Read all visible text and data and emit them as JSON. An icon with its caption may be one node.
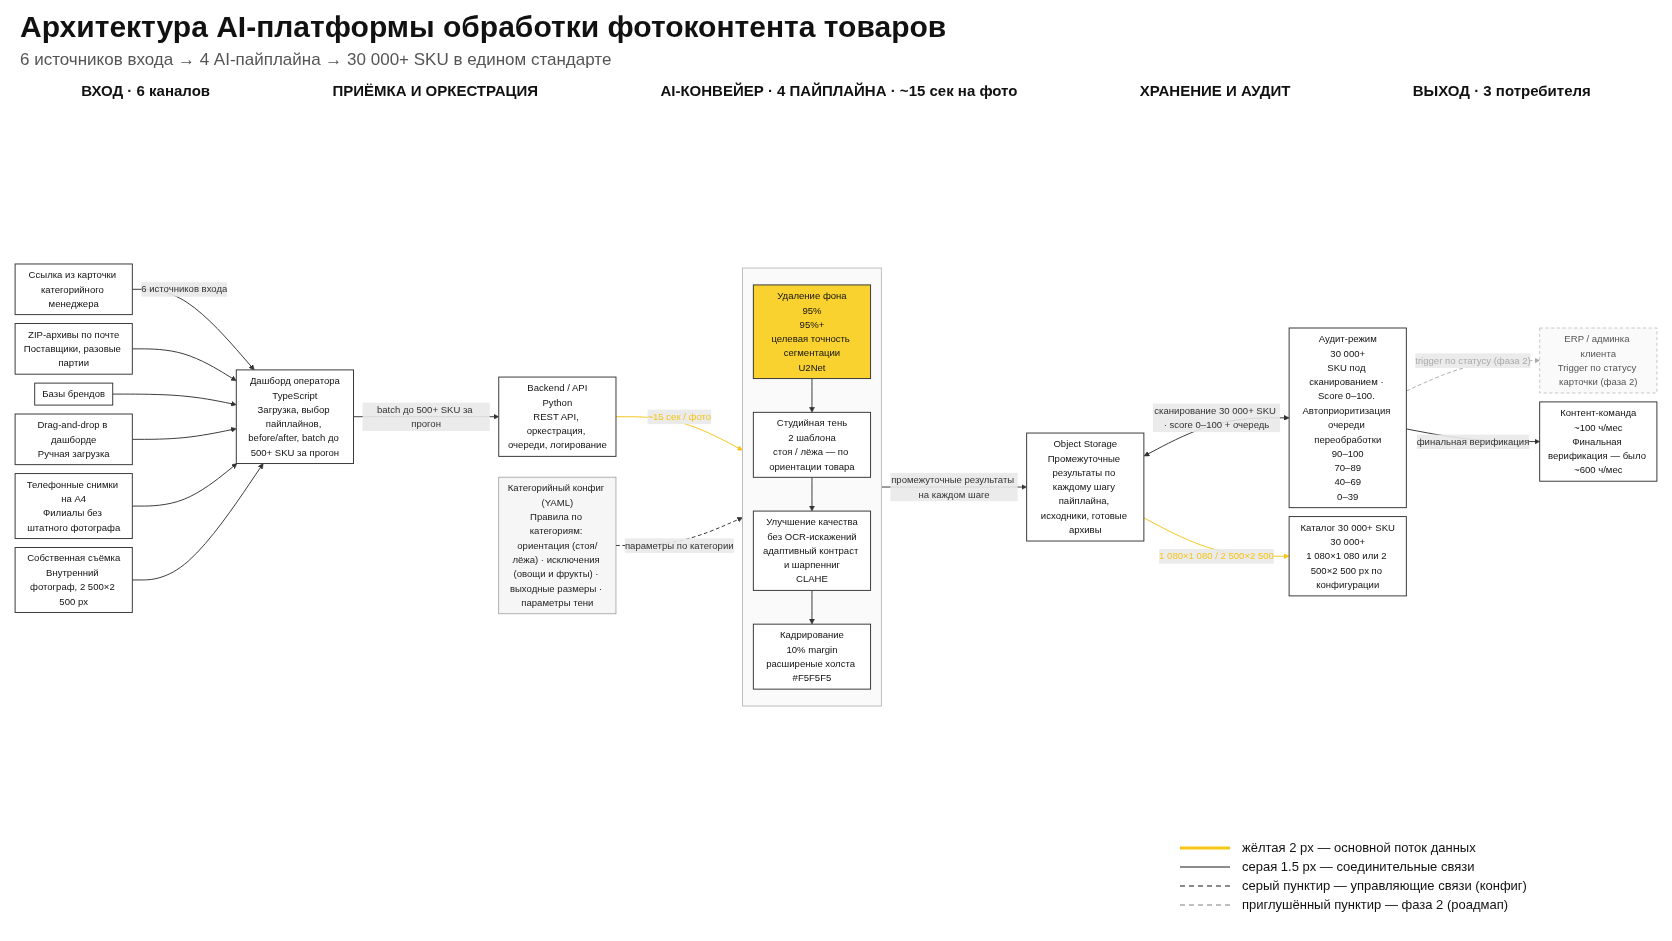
{
  "diagram": {
    "title": "Архитектура AI-платформы обработки фотоконтента товаров",
    "nodes": [
      {
        "text": [
          "Ссылка из карточки категорийного менеджера"
        ]
      },
      {
        "text": [
          "ZIP-архивы по почте",
          "Поставщики, разовые партии"
        ]
      },
      {
        "text": [
          "Базы брендов"
        ]
      },
      {
        "text": [
          "Drag-and-drop в дашборде",
          "Ручная загрузка"
        ]
      },
      {
        "text": [
          "Телефонные снимки на А4",
          "Филиалы без штатного фотографа"
        ]
      },
      {
        "text": [
          "Собственная съёмка",
          "Внутренний фотограф, 2 500×2 500 px"
        ]
      },
      {
        "text": [
          "Дашборд оператора",
          "TypeScript",
          "Загрузка, выбор пайплайнов, before/after, batch до 500+ SKU за прогон"
        ]
      },
      {
        "text": [
          "Backend / API",
          "Python",
          "REST API, оркестрация, очереди, логирование"
        ]
      },
      {
        "text": [],
        "shape": "box"
      },
      {
        "text": [
          "Удаление фона",
          "95%",
          "95%+",
          "целевая точность сегментации",
          "U2Net"
        ],
        "in": 8
      },
      {
        "text": [
          "Студийная тень",
          "2 шаблона",
          "стоя / лёжа — по ориентации товара"
        ],
        "in": 8
      },
      {
        "text": [
          "Улучшение качества",
          "без OCR-искажений",
          "адаптивный контраст и шарпенниг",
          "CLAHE"
        ],
        "in": 8
      },
      {
        "text": [
          "Кадрирование",
          "10% margin",
          "расширеные холста #F5F5F5"
        ],
        "in": 8
      },
      {
        "text": [
          "Object Storage",
          "Промежуточные результаты по каждому шагу пайплайна, исходники, готовые архивы"
        ]
      },
      {
        "text": [
          "Аудит-режим",
          "30 000+",
          "SKU под сканированием · Score 0–100. Автоприоритизация очереди переобработки",
          "90–100",
          "70–89",
          "40–69",
          "0–39"
        ]
      },
      {
        "text": [
          "Каталог 30 000+ SKU",
          "30 000+",
          "1 080×1 080 или 2 500×2 500 px по конфигурации"
        ]
      },
      {
        "text": [
          "ERP / админка клиента",
          "Trigger по статусу карточки (фаза 2)"
        ]
      },
      {
        "text": [
          "Контент-команда",
          "~100 ч/мес",
          "Финальная верификация — было ~600 ч/мес"
        ]
      },
      {
        "text": [
          "Категорийный конфиг (YAML)",
          "Правила по категориям: ориентация (стоя/лёжа) · исключения (овощи и фрукты) · выходные размеры · параметры тени"
        ]
      }
    ],
    "edges": [
      {
        "from": 0,
        "to": 6,
        "arrow": "to",
        "label": "6 источников входа"
      },
      {
        "from": 1,
        "to": 6,
        "arrow": "to"
      },
      {
        "from": 2,
        "to": 6,
        "arrow": "to"
      },
      {
        "from": 3,
        "to": 6,
        "arrow": "to"
      },
      {
        "from": 4,
        "to": 6,
        "arrow": "to"
      },
      {
        "from": 5,
        "to": 6,
        "arrow": "to"
      },
      {
        "from": 6,
        "to": 7,
        "arrow": "to",
        "label": "batch до 500+ SKU за прогон"
      },
      {
        "from": 7,
        "to": 8,
        "arrow": "to",
        "label": "~15 сек / фото",
        "color": "#f5c518"
      },
      {
        "from": 9,
        "to": 10,
        "arrow": "to"
      },
      {
        "from": 10,
        "to": 11,
        "arrow": "to"
      },
      {
        "from": 11,
        "to": 12,
        "arrow": "to"
      },
      {
        "from": 8,
        "to": 13,
        "arrow": "to",
        "label": "промежуточные результаты на каждом шаге"
      },
      {
        "from": 13,
        "to": 14,
        "arrow": "both",
        "label": "сканирование 30 000+ SKU · score 0–100 + очередь"
      },
      {
        "from": 13,
        "to": 15,
        "arrow": "to",
        "label": "1 080×1 080 / 2 500×2 500",
        "color": "#f5c518"
      },
      {
        "from": 14,
        "to": 16,
        "arrow": "to",
        "label": "trigger по статусу (фаза 2)",
        "style": "dashed",
        "color": "#aaaaaa"
      },
      {
        "from": 14,
        "to": 17,
        "arrow": "to",
        "label": "финальная верификация"
      },
      {
        "from": 18,
        "to": 8,
        "arrow": "to",
        "label": "параметры по категории",
        "style": "dashed"
      }
    ],
    "labels": [
      "6 источников входа → 4 AI-пайплайна → 30 000+ SKU в едином стандарте",
      "ВХОД · 6 каналов",
      "ПРИЁМКА И ОРКЕСТРАЦИЯ",
      "AI-КОНВЕЙЕР · 4 ПАЙПЛАЙНА · ~15 сек на фото",
      "ХРАНЕНИЕ И АУДИТ",
      "ВЫХОД · 3 потребителя"
    ],
    "legend": [
      {
        "text": "жёлтая 2 px — основной поток данных"
      },
      {
        "text": "серая 1.5 px — соединительные связи"
      },
      {
        "text": "серый пунктир — управляющие связи (конфиг)"
      },
      {
        "text": "приглушённый пунктир — фаза 2 (роадмап)"
      }
    ]
  }
}
